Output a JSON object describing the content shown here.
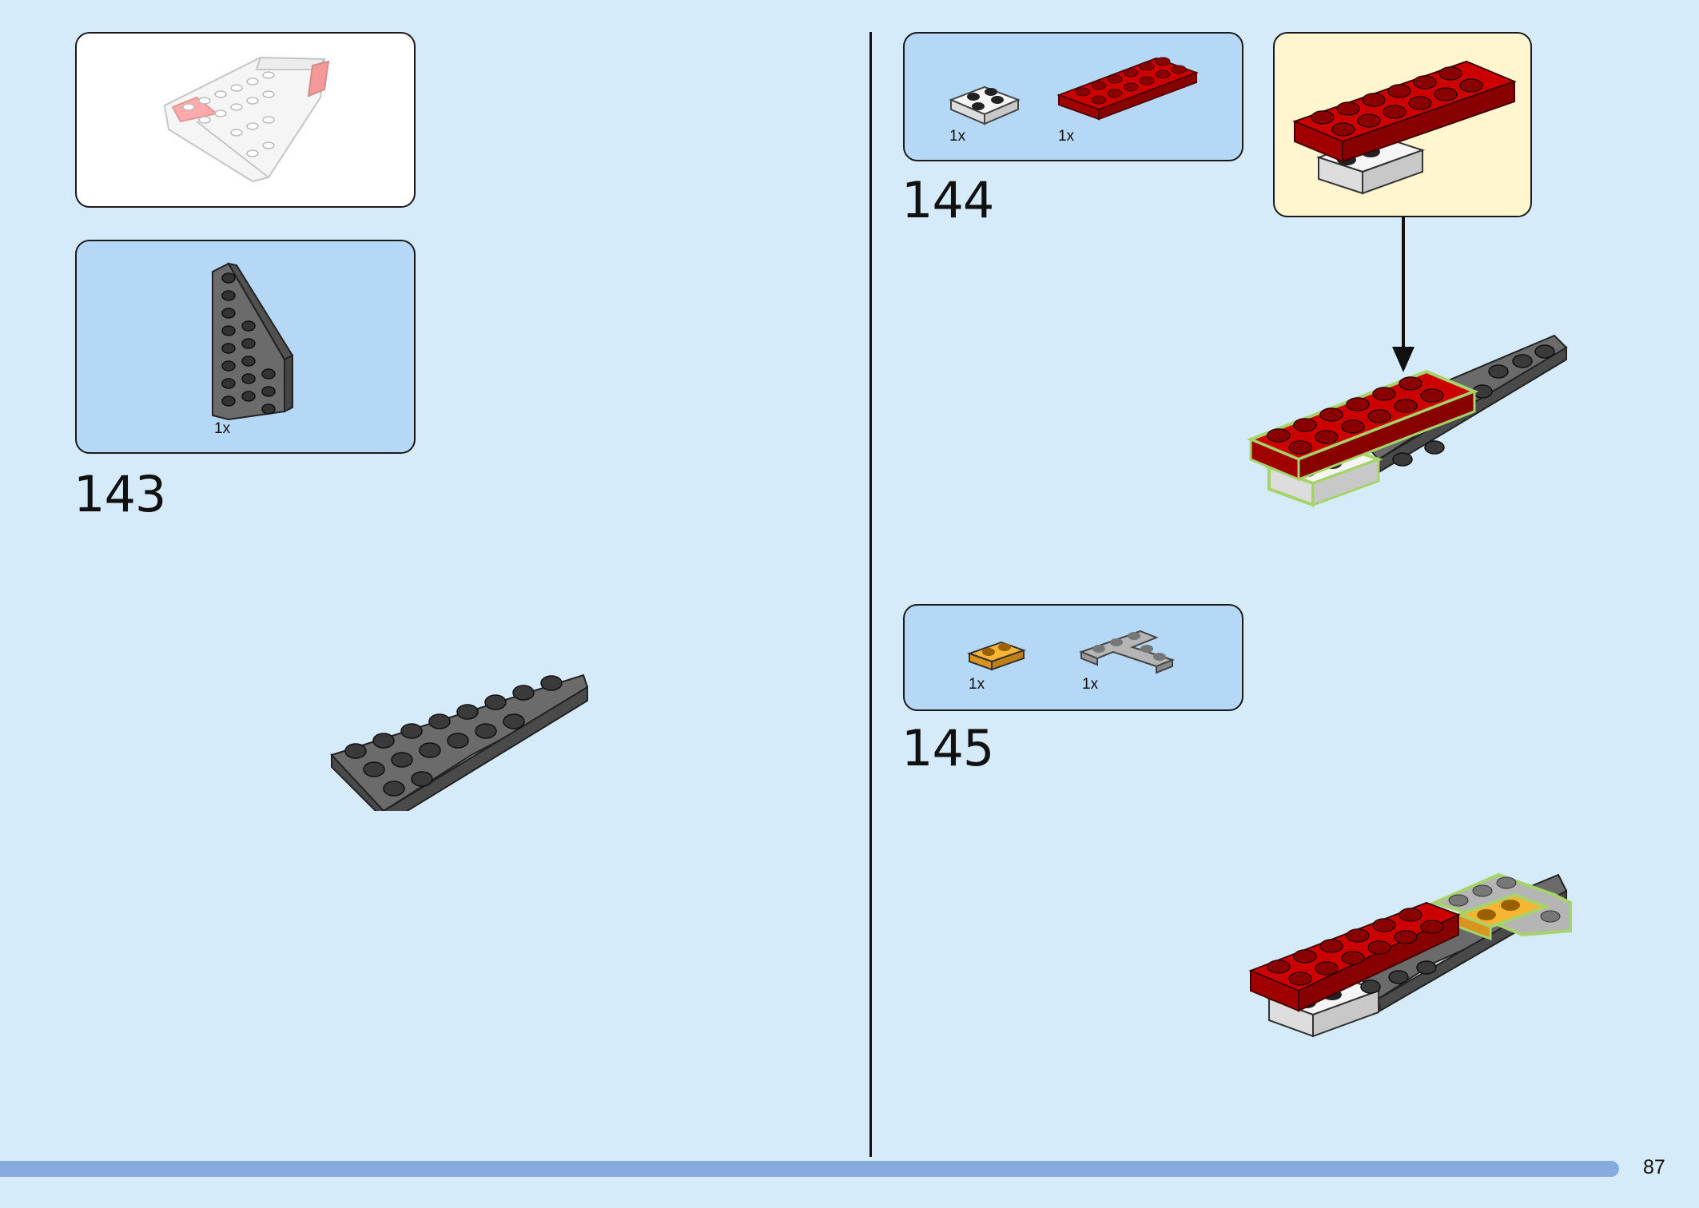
{
  "steps": [
    {
      "number": "143",
      "parts": [
        {
          "qty": "1x",
          "icon": "dark-gray-wedge-plate"
        }
      ]
    },
    {
      "number": "144",
      "parts": [
        {
          "qty": "1x",
          "icon": "white-2x2-plate"
        },
        {
          "qty": "1x",
          "icon": "red-2x6-plate"
        }
      ]
    },
    {
      "number": "145",
      "parts": [
        {
          "qty": "1x",
          "icon": "orange-1x2-plate"
        },
        {
          "qty": "1x",
          "icon": "gray-corner-plate"
        }
      ]
    }
  ],
  "page": {
    "number": "87"
  },
  "colors": {
    "background": "#d5ebfa",
    "parts_box": "#b4d8f6",
    "callout_box": "#fff6cf",
    "progress_bar": "#87abde",
    "red_brick": "#cc0000",
    "dark_gray_brick": "#6b6b6b",
    "orange_brick": "#f6b533",
    "light_gray_brick": "#a9a9a9",
    "highlight_outline": "#a6d46a"
  }
}
